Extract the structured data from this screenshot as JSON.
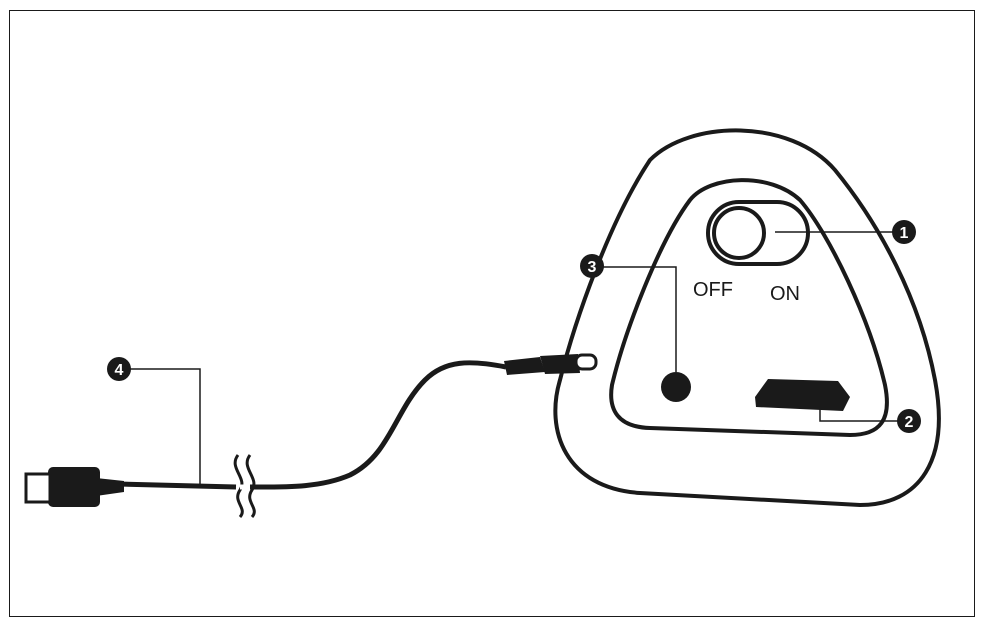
{
  "switch": {
    "off_label": "OFF",
    "on_label": "ON"
  },
  "callouts": [
    {
      "id": "1"
    },
    {
      "id": "2"
    },
    {
      "id": "3"
    },
    {
      "id": "4"
    }
  ],
  "colors": {
    "line": "#1a1a1a",
    "background": "#ffffff",
    "callout_fill": "#1a1a1a"
  },
  "icons": [
    "power-switch-icon",
    "usb-connector-icon",
    "dc-plug-icon",
    "cable-break-icon"
  ]
}
